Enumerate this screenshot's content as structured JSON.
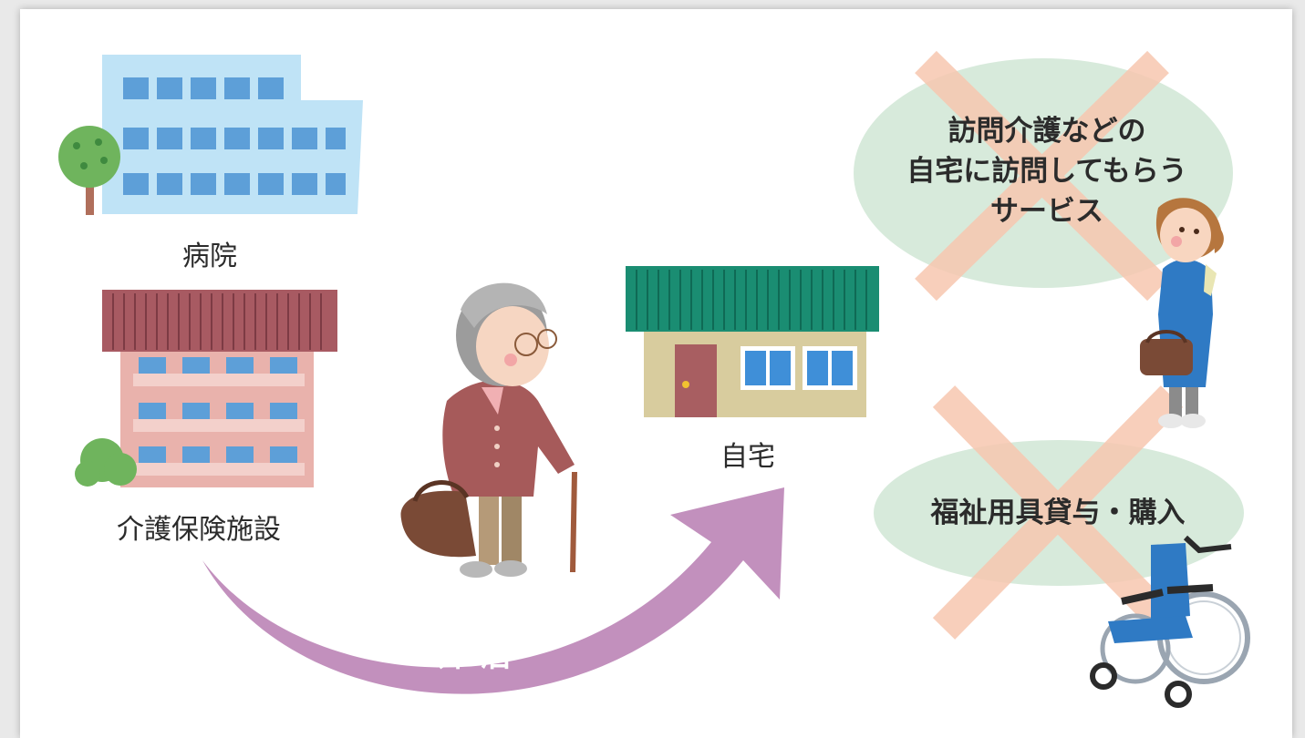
{
  "labels": {
    "hospital": "病院",
    "care_facility": "介護保険施設",
    "home": "自宅",
    "overnight": "外泊"
  },
  "services": {
    "visit_lines": [
      "訪問介護などの",
      "自宅に訪問してもらう",
      "サービス"
    ],
    "welfare": "福祉用具貸与・購入"
  },
  "colors": {
    "arrow": "#c290bd",
    "circle": "#d7eadb",
    "cross": "#f7c7b0",
    "hospital": "#bfe3f6",
    "facility": "#e9b2ac",
    "home_roof": "#1a8d72"
  }
}
